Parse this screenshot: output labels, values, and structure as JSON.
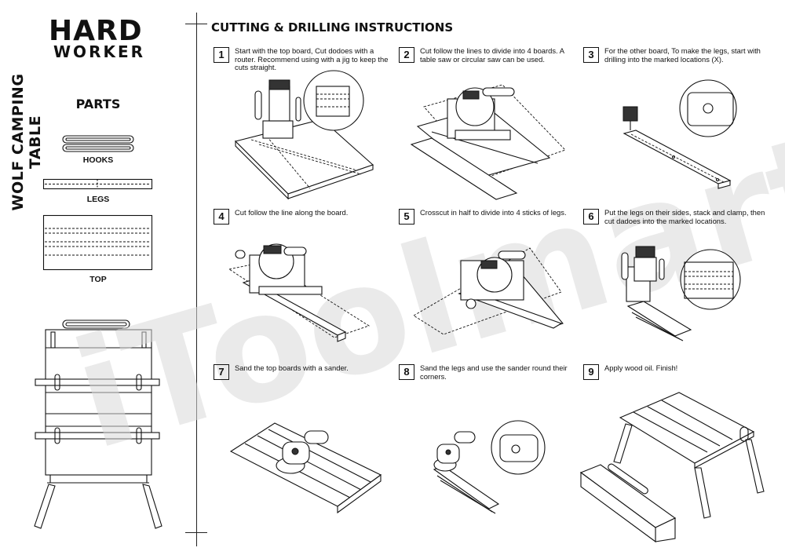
{
  "logo": {
    "line1": "HARD",
    "line2": "WORKER"
  },
  "product_title": "WOLF CAMPING TABLE",
  "parts": {
    "heading": "PARTS",
    "items": [
      {
        "label": "HOOKS"
      },
      {
        "label": "LEGS"
      },
      {
        "label": "TOP"
      }
    ]
  },
  "instructions_heading": "CUTTING & DRILLING INSTRUCTIONS",
  "watermark": "iToolmart",
  "steps": [
    {
      "num": "1",
      "text": "Start with the top board, Cut dodoes with a router. Recommend using with a jig to keep the cuts straight."
    },
    {
      "num": "2",
      "text": "Cut follow the lines to divide into 4 boards. A table saw or circular saw can be used."
    },
    {
      "num": "3",
      "text": "For the other board, To make the legs, start with drilling into the marked locations (X)."
    },
    {
      "num": "4",
      "text": "Cut follow the line along the board."
    },
    {
      "num": "5",
      "text": "Crosscut in half to divide into 4 sticks of legs."
    },
    {
      "num": "6",
      "text": "Put the legs on their sides, stack and clamp, then cut dadoes into the marked locations."
    },
    {
      "num": "7",
      "text": "Sand the top boards with a sander."
    },
    {
      "num": "8",
      "text": "Sand the legs and use the sander round their corners."
    },
    {
      "num": "9",
      "text": "Apply wood oil. Finish!"
    }
  ]
}
